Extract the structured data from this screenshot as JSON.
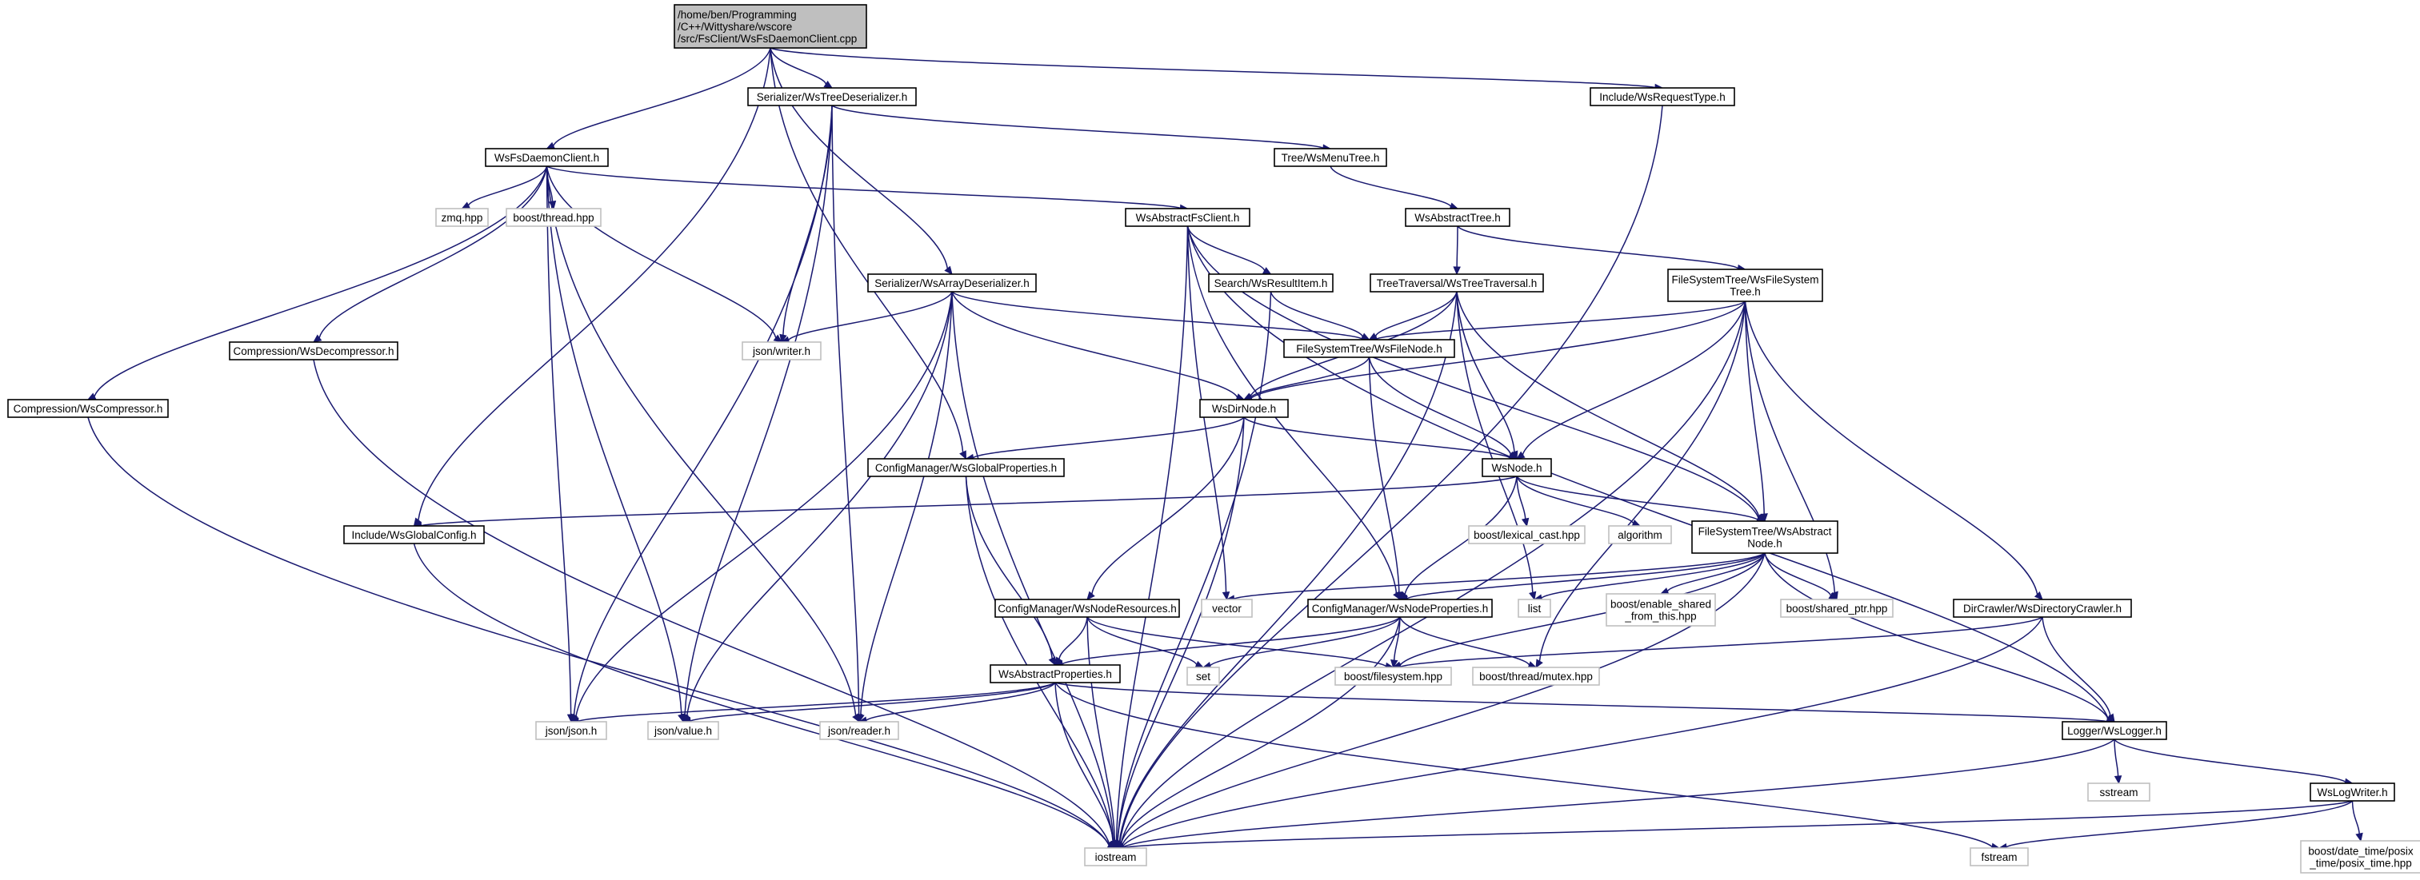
{
  "colors": {
    "edge": "#191970",
    "main_node_fill": "#bfbfbf",
    "project_node_border": "#000000",
    "external_node_border": "#bfbfbf"
  },
  "nodes": {
    "root": {
      "label": [
        "/home/ben/Programming",
        "/C++/Wittyshare/wscore",
        "/src/FsClient/WsFsDaemonClient.cpp"
      ]
    },
    "fsdaemon": {
      "label": [
        "WsFsDaemonClient.h"
      ]
    },
    "treedeser": {
      "label": [
        "Serializer/WsTreeDeserializer.h"
      ]
    },
    "reqtype": {
      "label": [
        "Include/WsRequestType.h"
      ]
    },
    "menutree": {
      "label": [
        "Tree/WsMenuTree.h"
      ]
    },
    "zmq": {
      "label": [
        "zmq.hpp"
      ]
    },
    "bthread": {
      "label": [
        "boost/thread.hpp"
      ]
    },
    "absfs": {
      "label": [
        "WsAbstractFsClient.h"
      ]
    },
    "abstree": {
      "label": [
        "WsAbstractTree.h"
      ]
    },
    "arrdeser": {
      "label": [
        "Serializer/WsArrayDeserializer.h"
      ]
    },
    "resitem": {
      "label": [
        "Search/WsResultItem.h"
      ]
    },
    "traversal": {
      "label": [
        "TreeTraversal/WsTreeTraversal.h"
      ]
    },
    "fstree": {
      "label": [
        "FileSystemTree/WsFileSystem",
        "Tree.h"
      ]
    },
    "jwriter": {
      "label": [
        "json/writer.h"
      ]
    },
    "decomp": {
      "label": [
        "Compression/WsDecompressor.h"
      ]
    },
    "filenode": {
      "label": [
        "FileSystemTree/WsFileNode.h"
      ]
    },
    "comp": {
      "label": [
        "Compression/WsCompressor.h"
      ]
    },
    "dirnode": {
      "label": [
        "WsDirNode.h"
      ]
    },
    "globprops": {
      "label": [
        "ConfigManager/WsGlobalProperties.h"
      ]
    },
    "wsnode": {
      "label": [
        "WsNode.h"
      ]
    },
    "globconf": {
      "label": [
        "Include/WsGlobalConfig.h"
      ]
    },
    "lexcast": {
      "label": [
        "boost/lexical_cast.hpp"
      ]
    },
    "algorithm": {
      "label": [
        "algorithm"
      ]
    },
    "absnode": {
      "label": [
        "FileSystemTree/WsAbstract",
        "Node.h"
      ]
    },
    "noderes": {
      "label": [
        "ConfigManager/WsNodeResources.h"
      ]
    },
    "vector": {
      "label": [
        "vector"
      ]
    },
    "nodeprops": {
      "label": [
        "ConfigManager/WsNodeProperties.h"
      ]
    },
    "list": {
      "label": [
        "list"
      ]
    },
    "enableshared": {
      "label": [
        "boost/enable_shared",
        "_from_this.hpp"
      ]
    },
    "sharedptr": {
      "label": [
        "boost/shared_ptr.hpp"
      ]
    },
    "dircrawler": {
      "label": [
        "DirCrawler/WsDirectoryCrawler.h"
      ]
    },
    "set": {
      "label": [
        "set"
      ]
    },
    "bfs": {
      "label": [
        "boost/filesystem.hpp"
      ]
    },
    "mutex": {
      "label": [
        "boost/thread/mutex.hpp"
      ]
    },
    "absprops": {
      "label": [
        "WsAbstractProperties.h"
      ]
    },
    "jjson": {
      "label": [
        "json/json.h"
      ]
    },
    "jvalue": {
      "label": [
        "json/value.h"
      ]
    },
    "jreader": {
      "label": [
        "json/reader.h"
      ]
    },
    "logger": {
      "label": [
        "Logger/WsLogger.h"
      ]
    },
    "sstream": {
      "label": [
        "sstream"
      ]
    },
    "logwriter": {
      "label": [
        "WsLogWriter.h"
      ]
    },
    "iostream": {
      "label": [
        "iostream"
      ]
    },
    "fstream": {
      "label": [
        "fstream"
      ]
    },
    "posixtime": {
      "label": [
        "boost/date_time/posix",
        "_time/posix_time.hpp"
      ]
    }
  }
}
